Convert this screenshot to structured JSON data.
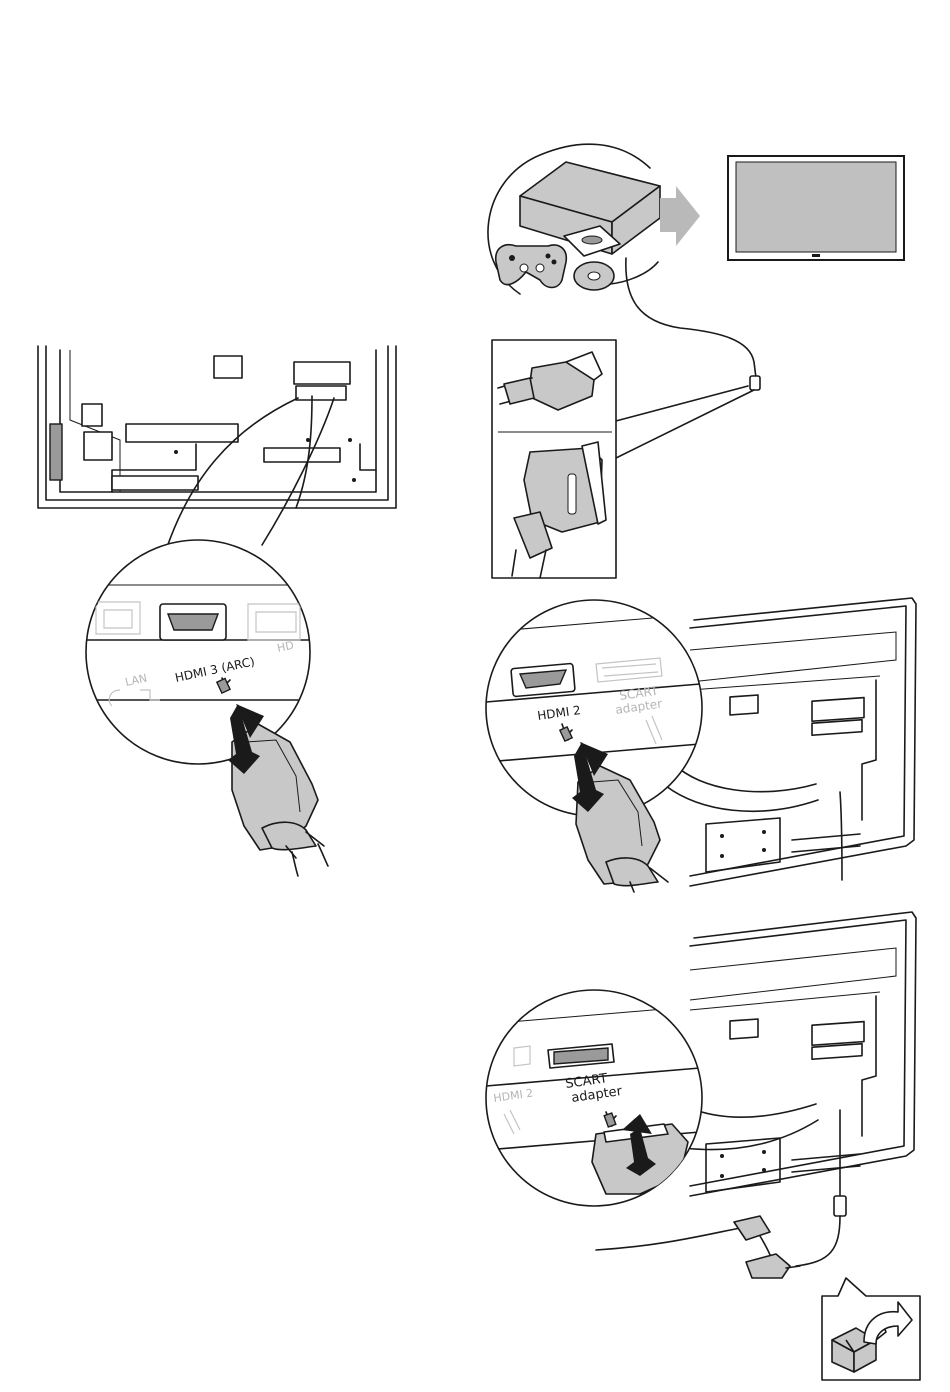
{
  "labels": {
    "lan": "LAN",
    "hdmi3_arc": "HDMI 3 (ARC)",
    "hdmi_partial_top": "HD",
    "hdmi2": "HDMI 2",
    "scart_line1": "SCART",
    "scart_line2": "adapter",
    "scart2_line1": "SCART",
    "scart2_line2": "adapter",
    "hdmi2_partial": "HDMI 2"
  },
  "colors": {
    "ink": "#1a1a1a",
    "plug_fill": "#c8c8c8",
    "faded": "#b5b5b5"
  },
  "icons": [
    "game-controller-icon",
    "disc-icon",
    "dvd-player-icon",
    "tv-icon",
    "arrow-right-icon",
    "box-with-arrow-icon"
  ]
}
